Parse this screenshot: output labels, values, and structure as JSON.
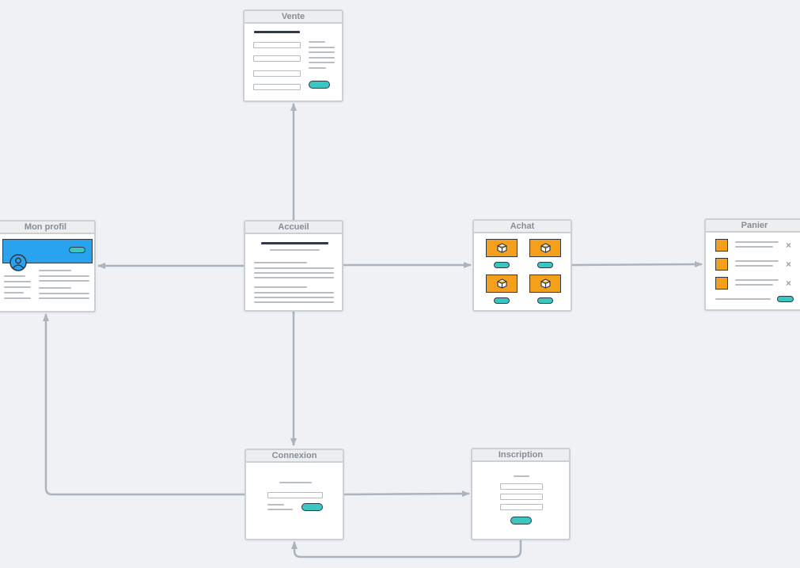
{
  "screens": {
    "vente": {
      "title": "Vente"
    },
    "mon_profil": {
      "title": "Mon profil"
    },
    "accueil": {
      "title": "Accueil"
    },
    "achat": {
      "title": "Achat"
    },
    "panier": {
      "title": "Panier",
      "remove_symbols": [
        "×",
        "×",
        "×"
      ]
    },
    "connexion": {
      "title": "Connexion"
    },
    "inscription": {
      "title": "Inscription"
    }
  },
  "colors": {
    "background": "#eff1f5",
    "connector": "#a9b4be",
    "accent_teal": "#3cc6c2",
    "product_orange": "#f5a01c",
    "profile_banner_blue": "#2aa3ee",
    "dark_outline": "#2d3a46"
  },
  "icons": [
    "user-avatar-icon",
    "box-icon",
    "close-icon",
    "arrow-head-icon"
  ]
}
